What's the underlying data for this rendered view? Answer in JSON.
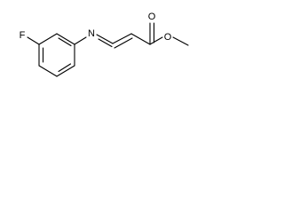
{
  "structure": {
    "atoms": {
      "fluorine": "F",
      "nitrogen": "N",
      "carbonyl_oxygen": "O",
      "ester_oxygen": "O"
    }
  }
}
